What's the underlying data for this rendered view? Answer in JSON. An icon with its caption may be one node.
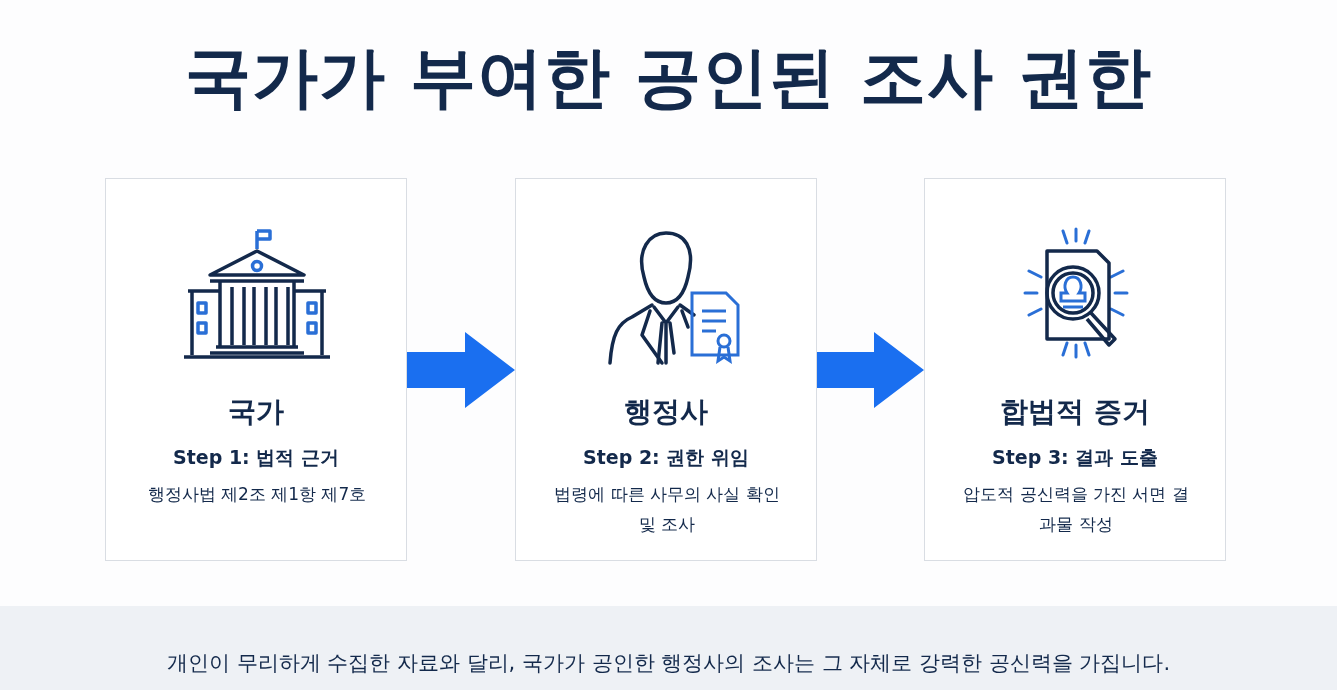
{
  "diagram": {
    "title": "국가가 부여한 공인된 조사 권한",
    "nodes": [
      {
        "text": [
          "국가",
          "Step 1: 법적 근거",
          "행정사법 제2조 제1항 제7호"
        ]
      },
      {
        "text": [
          "행정사",
          "Step 2: 권한 위임",
          "법령에 따른 사무의 사실 확인 및 조사"
        ]
      },
      {
        "text": [
          "합법적 증거",
          "Step 3: 결과 도출",
          "압도적 공신력을 가진 서면 결과물 작성"
        ]
      }
    ],
    "edges": [
      {
        "from": 0,
        "to": 1,
        "arrow": "to"
      },
      {
        "from": 1,
        "to": 2,
        "arrow": "to"
      }
    ],
    "caption": "개인이 무리하게 수집한 자료와 달리, 국가가 공인한 행정사의 조사는 그 자체로 강력한 공신력을 가집니다."
  }
}
